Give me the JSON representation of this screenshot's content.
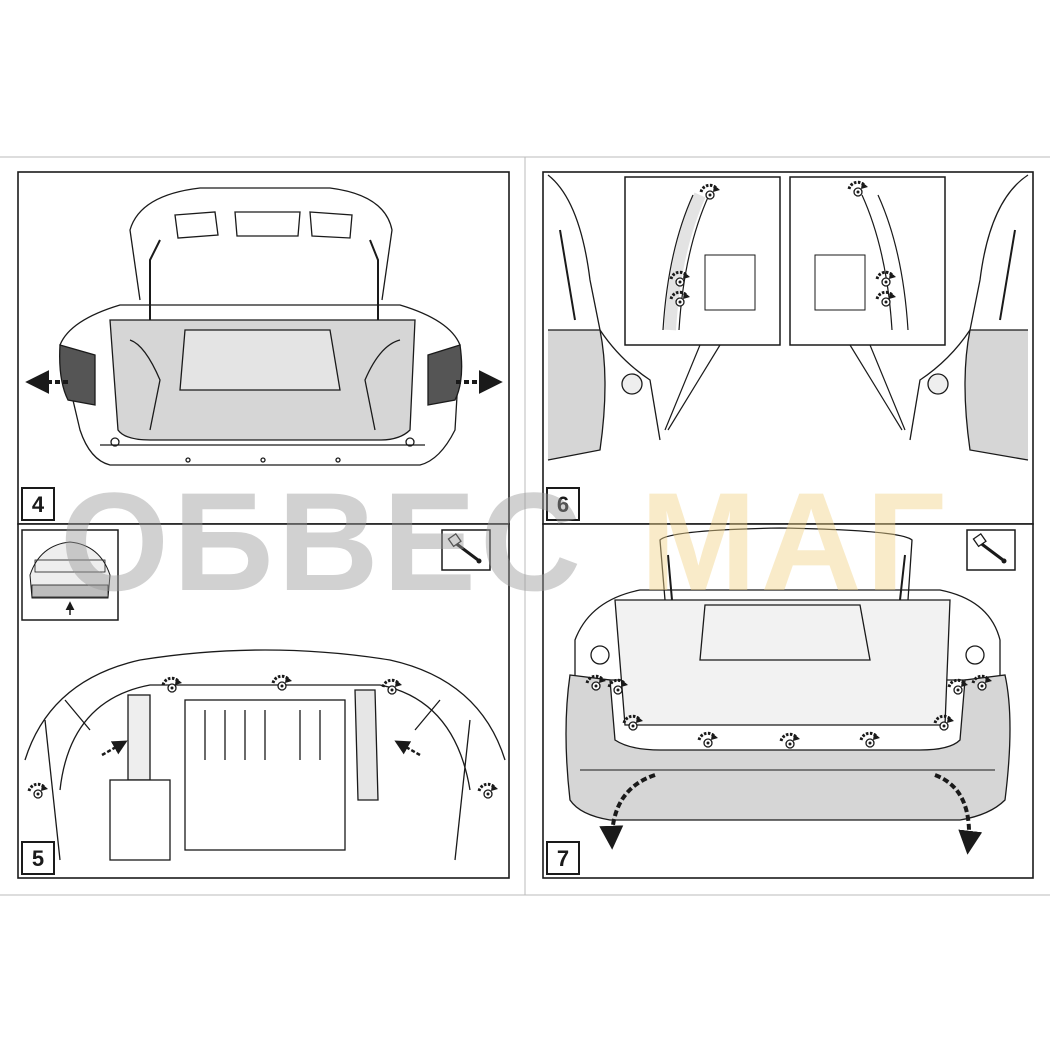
{
  "watermark": {
    "part1": "ОБВЕС",
    "part2": "МАГ"
  },
  "panels": [
    {
      "id": "panel-4",
      "step": "4"
    },
    {
      "id": "panel-5",
      "step": "5"
    },
    {
      "id": "panel-6",
      "step": "6"
    },
    {
      "id": "panel-7",
      "step": "7"
    }
  ],
  "colors": {
    "line": "#1a1a1a",
    "fill_grey": "#d6d6d6",
    "fill_dark": "#555555",
    "watermark_grey": "#9a9a9a",
    "watermark_yellow": "#f2d48a"
  },
  "icons": [
    "socket-wrench-icon",
    "car-rear-thumbnail",
    "rotate-arrow-icon",
    "pull-arrow-icon"
  ]
}
